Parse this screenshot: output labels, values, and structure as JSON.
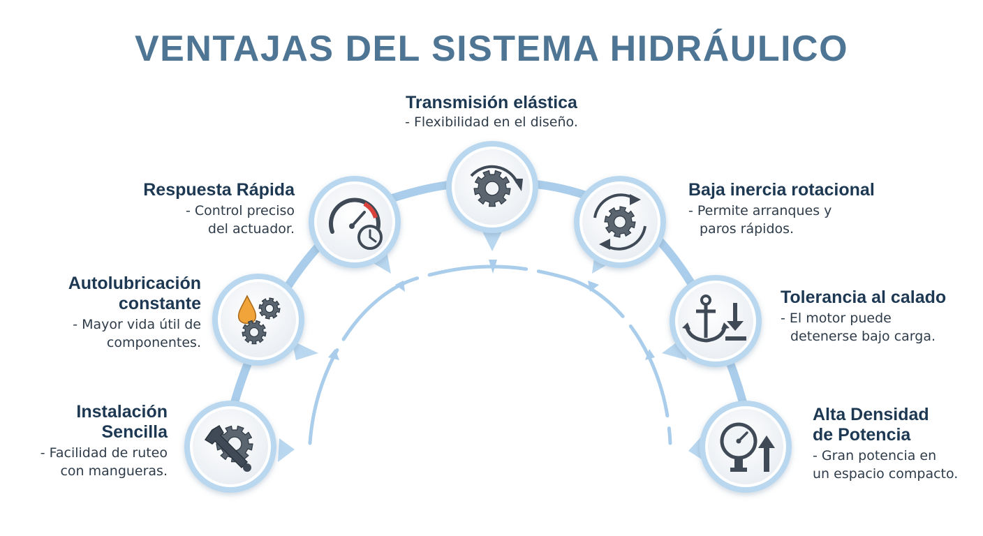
{
  "title": "VENTAJAS DEL SISTEMA HIDRÁULICO",
  "colors": {
    "title": "#4f7595",
    "heading": "#1d3852",
    "description": "#2e3b48",
    "arc": "#a9cdea",
    "bubble_ring": "#b9d7ef",
    "bubble_fill": "#f3f5f8",
    "icon": "#3f4a56",
    "accent_orange": "#f0a43a",
    "accent_red": "#d9413a"
  },
  "advantages": [
    {
      "id": "instalacion",
      "icon": "wrench-gear-icon",
      "title_lines": [
        "Instalación",
        "Sencilla"
      ],
      "desc_lines": [
        "- Facilidad de ruteo",
        "con mangueras."
      ]
    },
    {
      "id": "autolubricacion",
      "icon": "oil-drop-gears-icon",
      "title_lines": [
        "Autolubricación",
        "constante"
      ],
      "desc_lines": [
        "- Mayor vida útil de",
        "componentes."
      ]
    },
    {
      "id": "respuesta",
      "icon": "speedometer-clock-icon",
      "title_lines": [
        "Respuesta Rápida"
      ],
      "desc_lines": [
        "- Control preciso",
        "del actuador."
      ]
    },
    {
      "id": "transmision",
      "icon": "gear-arrow-icon",
      "title_lines": [
        "Transmisión elástica"
      ],
      "desc_lines": [
        "- Flexibilidad en el diseño."
      ]
    },
    {
      "id": "inercia",
      "icon": "gear-cycle-icon",
      "title_lines": [
        "Baja inercia rotacional"
      ],
      "desc_lines": [
        "- Permite arranques y",
        "paros rápidos."
      ]
    },
    {
      "id": "calado",
      "icon": "anchor-down-icon",
      "title_lines": [
        "Tolerancia al calado"
      ],
      "desc_lines": [
        "- El motor puede",
        "detenerse bajo carga."
      ]
    },
    {
      "id": "densidad",
      "icon": "gauge-arrow-up-icon",
      "title_lines": [
        "Alta Densidad",
        "de Potencia"
      ],
      "desc_lines": [
        "- Gran potencia en",
        "un espacio compacto."
      ]
    }
  ]
}
